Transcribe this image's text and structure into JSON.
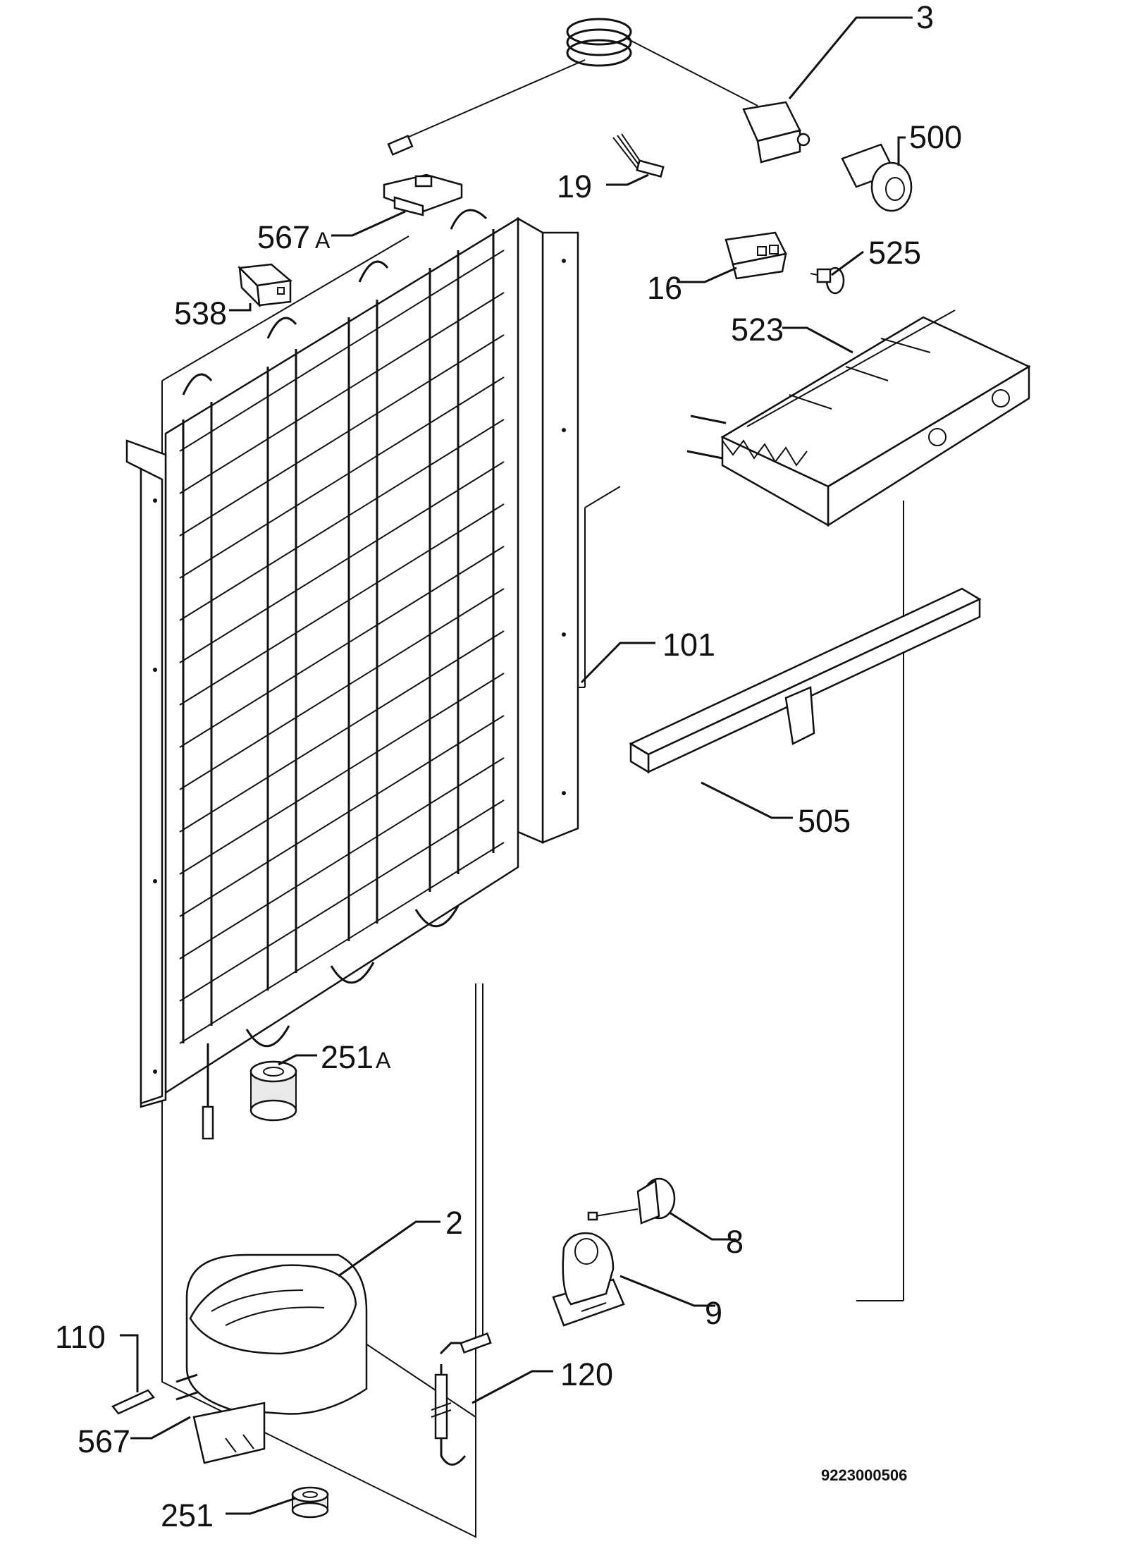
{
  "labels": {
    "p3": "3",
    "p500": "500",
    "p19": "19",
    "p567a": "567",
    "p567a_suffix": "A",
    "p16": "16",
    "p525": "525",
    "p538": "538",
    "p523": "523",
    "p101": "101",
    "p505": "505",
    "p251a": "251",
    "p251a_suffix": "A",
    "p2": "2",
    "p8": "8",
    "p9": "9",
    "p110": "110",
    "p120": "120",
    "p567": "567",
    "p251": "251"
  },
  "document_number": "9223000506"
}
